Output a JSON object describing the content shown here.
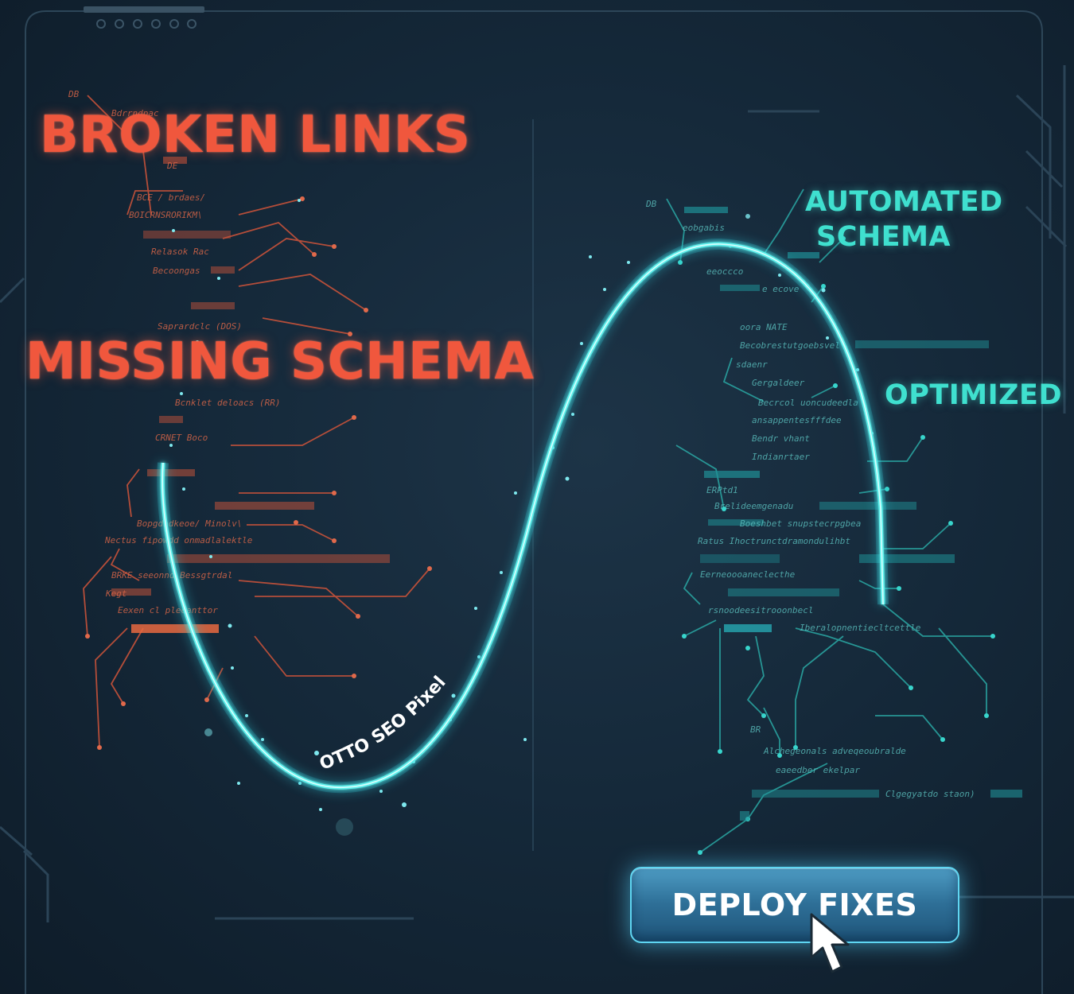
{
  "labels": {
    "broken_links": "BROKEN LINKS",
    "missing_schema": "MISSING SCHEMA",
    "automated_schema_line1": "AUTOMATED",
    "automated_schema_line2": "SCHEMA",
    "optimized": "OPTIMIZED",
    "curve_label": "OTTO SEO Pixel"
  },
  "button": {
    "deploy_label": "DEPLOY FIXES"
  },
  "code_left": {
    "header": "DB",
    "lines": [
      "Bdrrndpac",
      "DE",
      "BCE / brdaes/",
      "BOICRNSRORIKM\\",
      "Relasok Rac",
      "Becoongas",
      "Saprardclc (DOS)",
      "Bcnklet deloacs (RR)",
      "CRNET Boco",
      "Bopgdbdkeoe/ Minolv\\",
      "Nectus fipowdd onmadlalektle",
      "BRKE seeonnd Bessgtrdal",
      "Kegt",
      "Eexen cl pleeanttor"
    ]
  },
  "code_right": {
    "header": "DB",
    "lines": [
      "eobgabis",
      "eeoccco",
      "e ecove",
      "oora NATE",
      "Becobrestutgoebsvel",
      "sdaenr",
      "Gergaldeer",
      "Becrcol uoncudeedla",
      "ansappentesfffdee",
      "Bendr vhant",
      "Indianrtaer",
      "ERPtd1",
      "Brelideemgenadu",
      "Boeshbet snupstecrpgbea",
      "Ratus Ihoctrunctdramondulihbt",
      "Eerneoooaneclecthe",
      "rsnoodeesitrooonbecl",
      "Iberalopnentiecltcettle",
      "BR",
      "Alchegeonals adveqeoubralde",
      "eaeedber ekelpar",
      "Clgegyatdo staon)"
    ]
  },
  "colors": {
    "background": "#15293a",
    "broken_red": "#f0573d",
    "fixed_teal": "#3fe0cf",
    "curve_cyan": "#5ff0ec",
    "button_blue": "#2e6f97"
  },
  "icons": [
    "cursor-arrow-icon"
  ]
}
